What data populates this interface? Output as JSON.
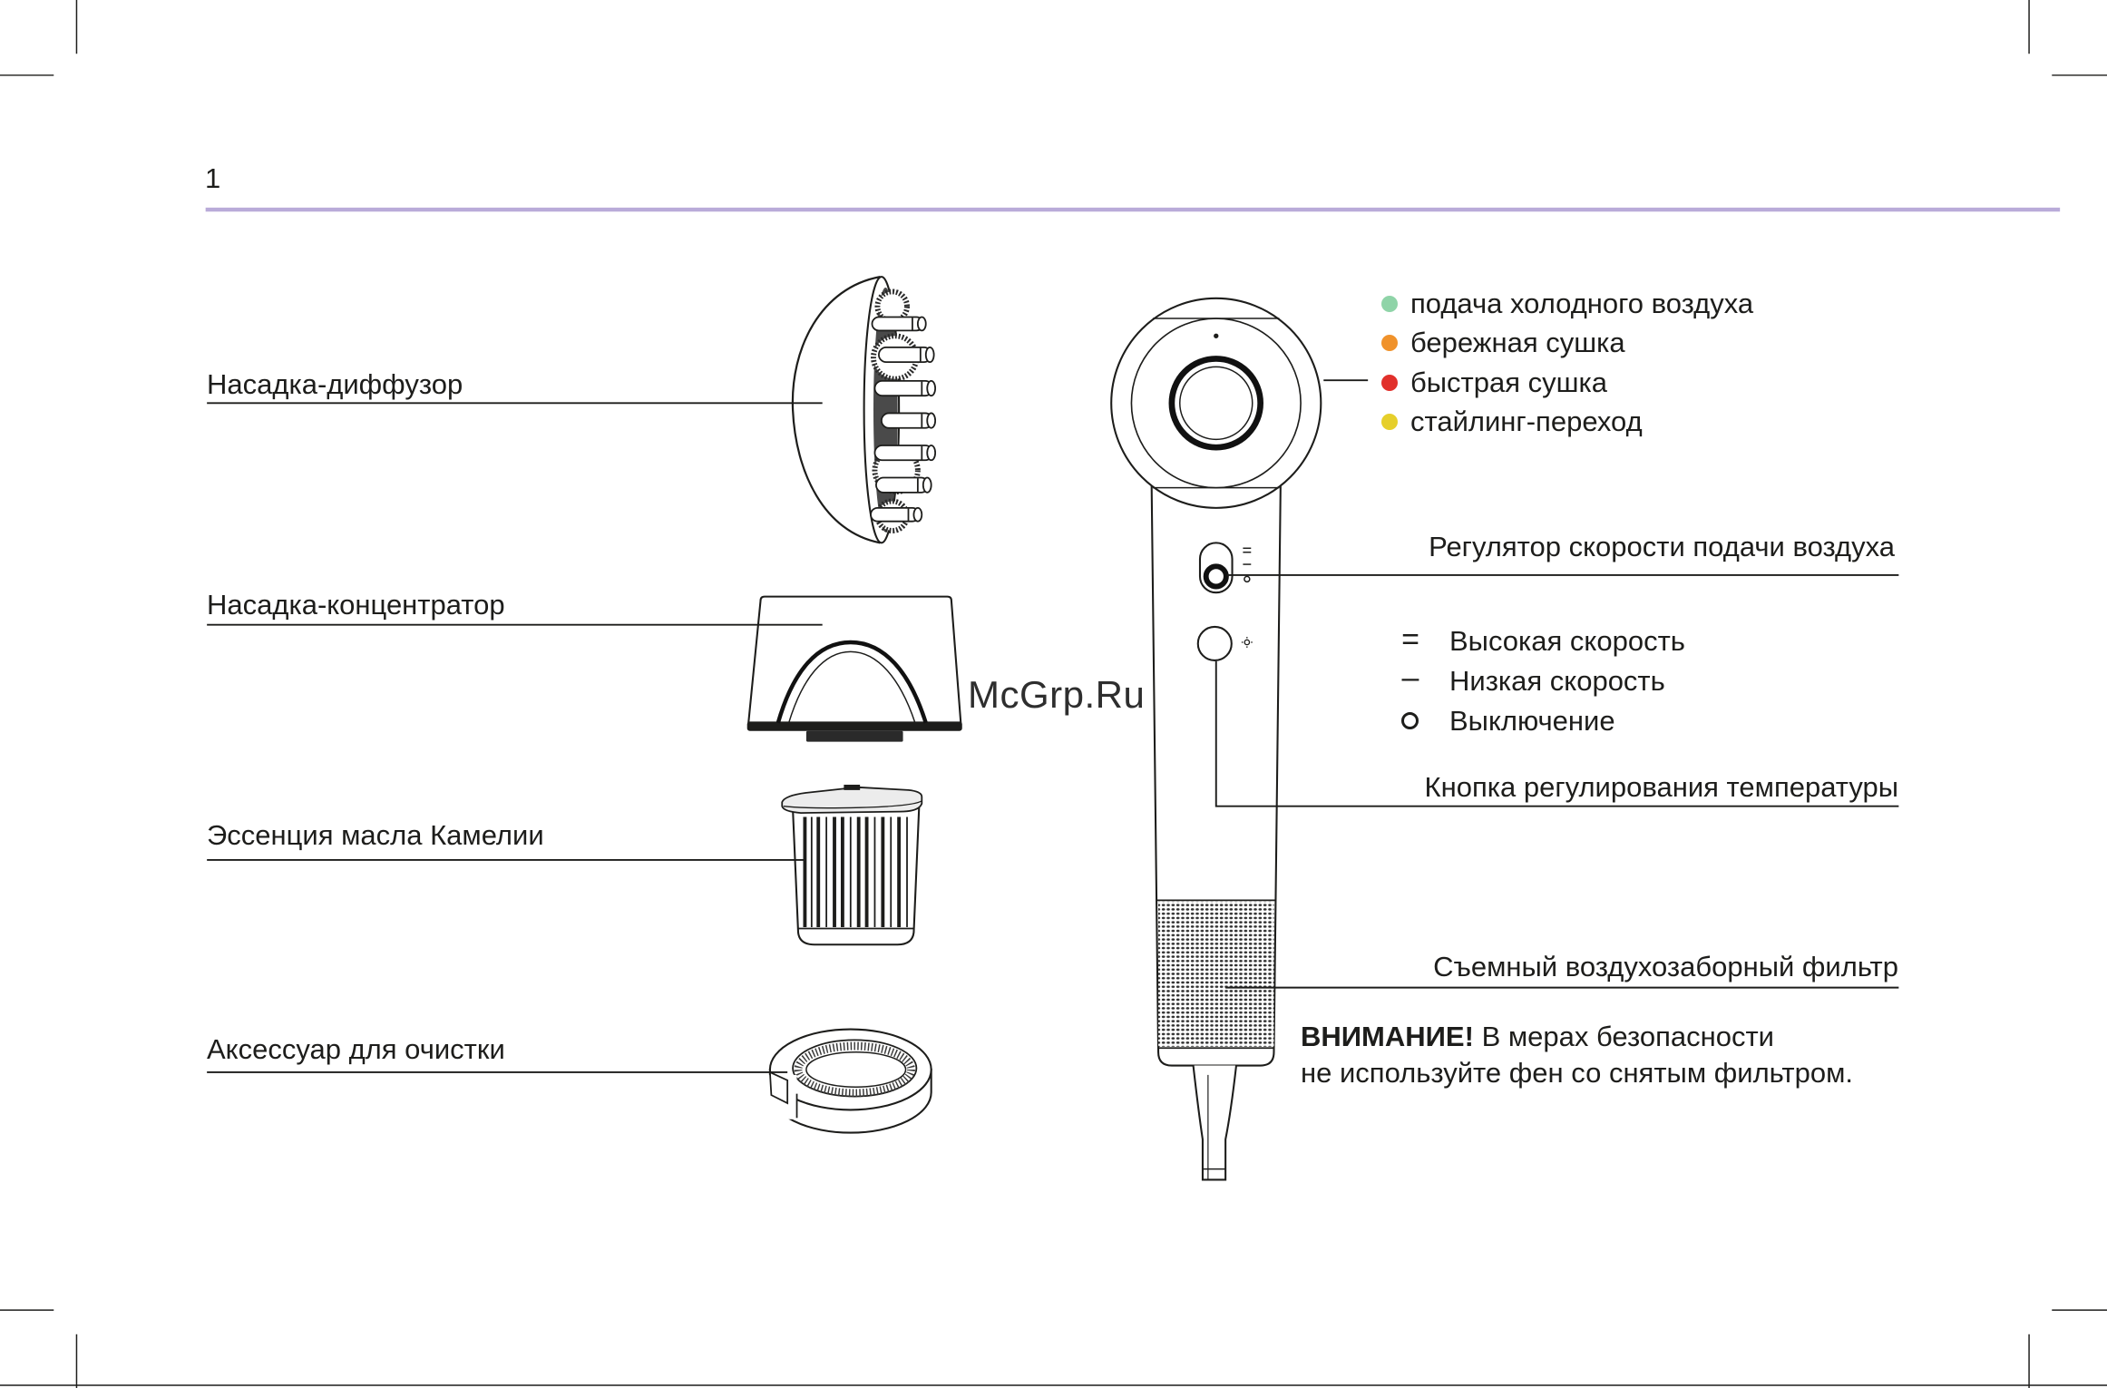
{
  "page_number": "1",
  "watermark": "McGrp.Ru",
  "accent_line_color": "#b9abd9",
  "accessories": [
    {
      "label": "Насадка-диффузор"
    },
    {
      "label": "Насадка-концентратор"
    },
    {
      "label": "Эссенция масла Камелии"
    },
    {
      "label": "Аксессуар для очистки"
    }
  ],
  "modes": [
    {
      "label": "подача холодного воздуха",
      "color": "#8fd4a8"
    },
    {
      "label": "бережная сушка",
      "color": "#f0922b"
    },
    {
      "label": "быстрая сушка",
      "color": "#e1302b"
    },
    {
      "label": "стайлинг-переход",
      "color": "#e6cf2b"
    }
  ],
  "speed_control": {
    "label": "Регулятор скорости подачи воздуха",
    "settings": [
      {
        "symbol": "=",
        "label": "Высокая скорость"
      },
      {
        "symbol": "–",
        "label": "Низкая скорость"
      },
      {
        "icon": "off-circle-icon",
        "label": "Выключение"
      }
    ]
  },
  "temperature_button": {
    "label": "Кнопка регулирования температуры"
  },
  "filter": {
    "label": "Съемный воздухозаборный фильтр"
  },
  "warning": {
    "emphasis": "ВНИМАНИЕ!",
    "line1": "В мерах безопасности",
    "line2": "не используйте фен со снятым фильтром."
  }
}
